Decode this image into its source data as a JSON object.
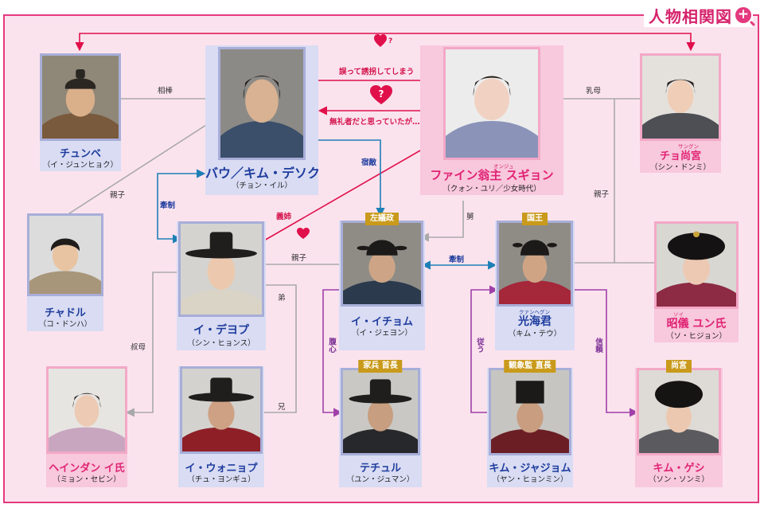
{
  "header": {
    "title": "人物相関図",
    "zoom_icon": "zoom-in-icon"
  },
  "people": {
    "chunbe": {
      "name": "チュンベ",
      "actor": "（イ・ジュンヒョク）"
    },
    "bau": {
      "name": "バウ／キム・デソク",
      "actor": "（チョン・イル）"
    },
    "fine": {
      "name": "ファイン翁主 スギョン",
      "ruby": "オンジュ",
      "actor": "（クォン・ユリ／少女時代）"
    },
    "cho": {
      "name": "チョ尚宮",
      "ruby": "サングン",
      "actor": "（シン・ドンミ）"
    },
    "chadol": {
      "name": "チャドル",
      "actor": "（コ・ドンハ）"
    },
    "deyop": {
      "name": "イ・デヨプ",
      "actor": "（シン・ヒョンス）"
    },
    "ichom": {
      "name": "イ・イチョム",
      "actor": "（イ・ジェヨン）",
      "tag": "左議政"
    },
    "kwanghae": {
      "name": "光海君",
      "ruby": "クァンヘグン",
      "actor": "（キム・テウ）",
      "tag": "国王"
    },
    "shoi": {
      "name": "昭儀 ユン氏",
      "ruby": "ソイ",
      "actor": "（ソ・ヒジョン）"
    },
    "heindan": {
      "name": "ヘインダン イ氏",
      "actor": "（ミョン・セビン）"
    },
    "wonyop": {
      "name": "イ・ウォニョプ",
      "actor": "（チュ・ヨンギュ）"
    },
    "techul": {
      "name": "テチュル",
      "actor": "（ユン・ジュマン）",
      "tag": "家兵 首長"
    },
    "jajom": {
      "name": "キム・ジャジョム",
      "actor": "（ヤン・ヒョンミン）",
      "tag": "観象監 直長"
    },
    "geshi": {
      "name": "キム・ゲシ",
      "actor": "（ソン・ソンミ）",
      "tag": "尚宮"
    }
  },
  "relations": {
    "heart_q_top": "?",
    "heart_q_mid": "?",
    "kidnap": "誤って誘拐してしまう",
    "rude": "無礼者だと思っていたが…",
    "partner": "相棒",
    "nanny": "乳母",
    "parent_child_a": "親子",
    "parent_child_b": "親子",
    "parent_child_c": "親子",
    "rival": "宿敵",
    "check_a": "牽制",
    "check_b": "牽制",
    "sister_in_law": "義姉",
    "uncle_niece": "舅",
    "younger_brother": "弟",
    "older_brother": "兄",
    "aunt": "叔母",
    "confidant": "腹心",
    "follow": "従う",
    "trust": "信頼"
  },
  "colors": {
    "accent": "#e4397e",
    "male_box": "#d9dcf3",
    "female_box": "#f8c8dc",
    "red_line": "#e0104b",
    "blue_line": "#1e7fb5",
    "purple_line": "#a040a8",
    "gray_line": "#a9a9a9",
    "tag_gold": "#c99a1b"
  }
}
